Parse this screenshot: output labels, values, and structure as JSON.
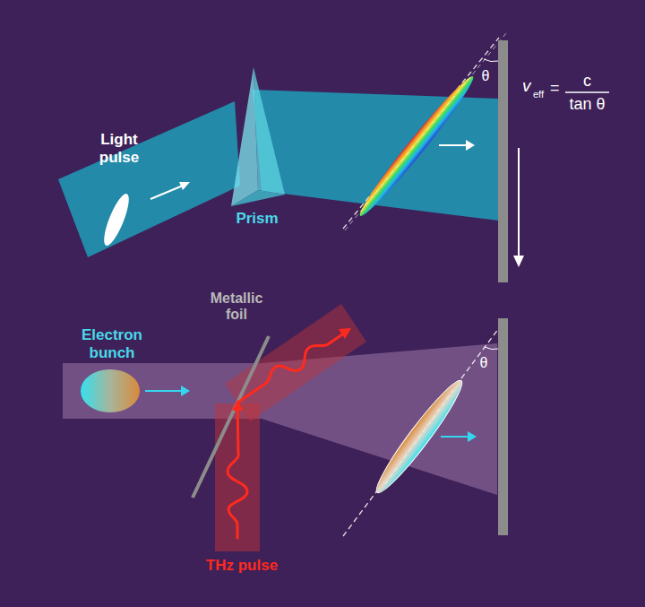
{
  "diagram": {
    "labels": [
      "Light pulse",
      "Prism",
      "θ",
      "v",
      "eff",
      "=",
      "c",
      "tan θ",
      "Electron bunch",
      "Metallic foil",
      "THz pulse",
      "θ"
    ]
  }
}
